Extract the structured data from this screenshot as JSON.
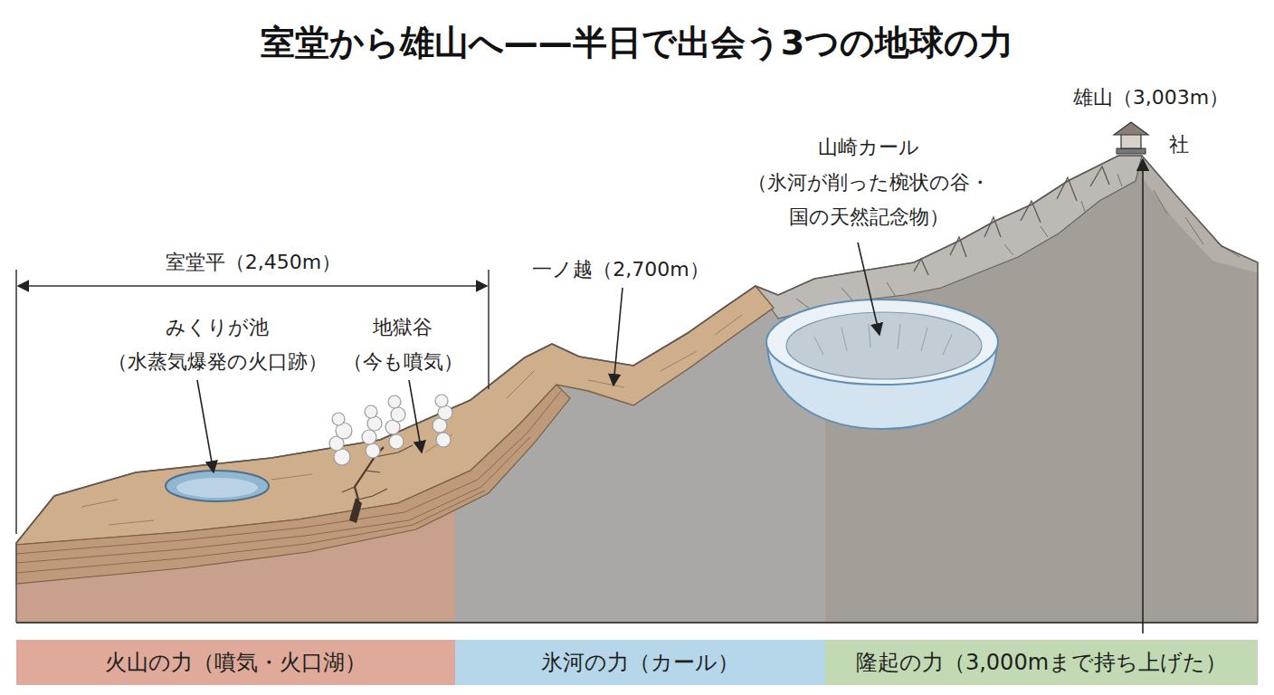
{
  "diagram": {
    "title": "室堂から雄山へ——半日で出会う3つの地球の力",
    "nodes": [
      {
        "text": [
          "火山の力（噴気・火口湖）"
        ]
      },
      {
        "text": [
          "氷河の力（カール）"
        ]
      },
      {
        "text": [
          "隆起の力（3,000mまで持ち上げた）"
        ]
      }
    ],
    "labels": [
      "室堂平（2,450m）",
      "みくりが池",
      "（水蒸気爆発の火口跡）",
      "地獄谷",
      "（今も噴気）",
      "一ノ越（2,700m）",
      "山崎カール",
      "（氷河が削った椀状の谷・ 国の天然記念物）",
      "雄山（3,003m）",
      "社"
    ]
  }
}
